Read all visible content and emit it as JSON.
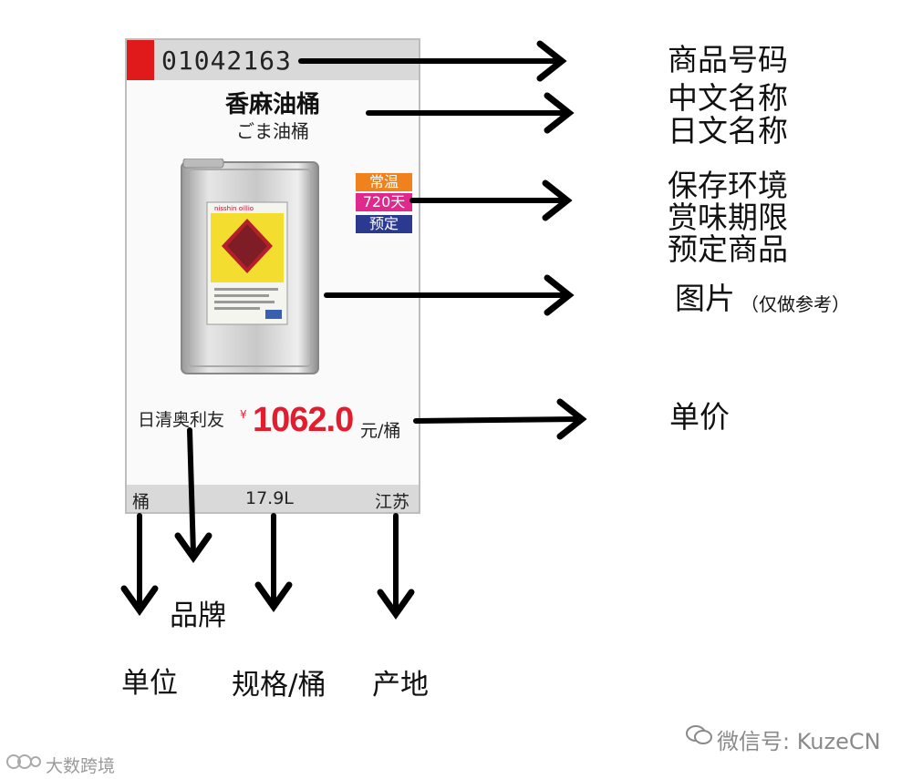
{
  "tag": {
    "product_code": "01042163",
    "name_cn": "香麻油桶",
    "name_jp": "ごま油桶",
    "badges": [
      "常温",
      "720天",
      "预定"
    ],
    "brand": "日清奥利友",
    "currency": "¥",
    "price": "1062.0",
    "per_unit": "元/桶",
    "footer": {
      "unit": "桶",
      "spec": "17.9L",
      "origin": "江苏"
    },
    "can_label_brand": "nisshin oillio"
  },
  "labels": {
    "product_code": "商品号码",
    "name_cn": "中文名称",
    "name_jp": "日文名称",
    "storage": "保存环境",
    "shelf_life": "赏味期限",
    "preorder": "预定商品",
    "image": "图片",
    "image_note": "（仅做参考）",
    "unit_price": "单价",
    "brand": "品牌",
    "unit": "单位",
    "spec": "规格/桶",
    "origin": "产地"
  },
  "watermark": {
    "wechat": "微信号: KuzeCN",
    "source": "大数跨境"
  },
  "colors": {
    "red_marker": "#e01a1a",
    "price": "#e31c2e",
    "badge_storage": "#f0821e",
    "badge_shelf": "#e0298c",
    "badge_preorder": "#2b3a8f",
    "header_bar": "#d9d9d9"
  }
}
